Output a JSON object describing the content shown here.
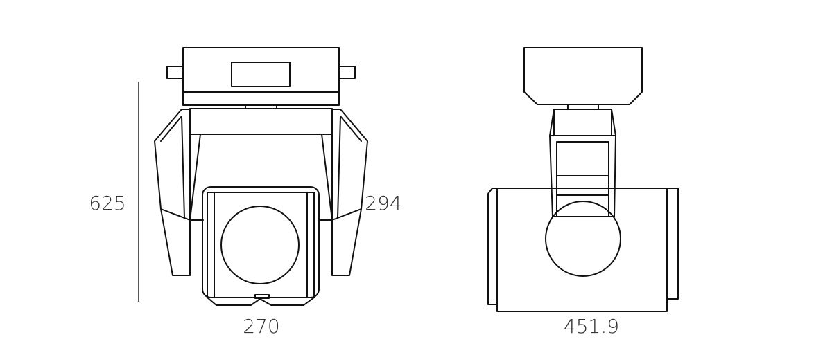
{
  "dimensions": {
    "height": "625",
    "front_width": "270",
    "arm_depth": "294",
    "side_width": "451.9"
  },
  "colors": {
    "stroke": "#111111",
    "text": "#333333",
    "background": "#ffffff"
  }
}
